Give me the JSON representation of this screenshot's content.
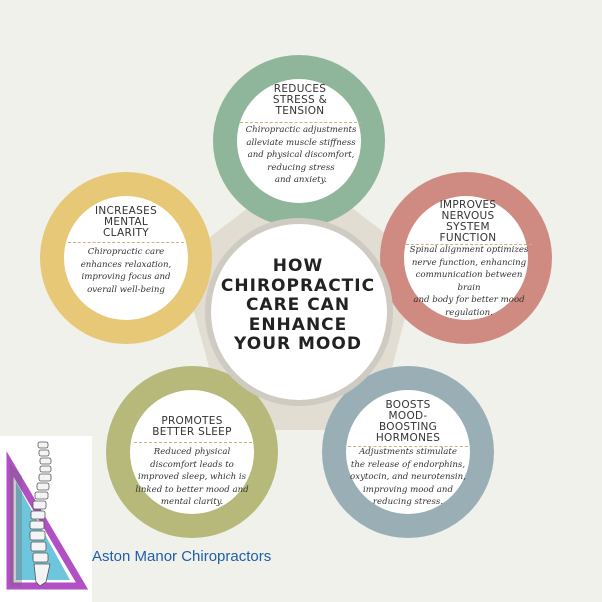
{
  "center": {
    "lines": [
      "HOW",
      "CHIROPRACTIC",
      "CARE CAN",
      "ENHANCE",
      "YOUR MOOD"
    ]
  },
  "benefits": [
    {
      "title": [
        "REDUCES",
        "STRESS &",
        "TENSION"
      ],
      "text": [
        "Chiropractic adjustments",
        "alleviate muscle stiffness",
        "and physical discomfort,",
        "reducing stress",
        "and anxiety."
      ],
      "color": "#8fb59a"
    },
    {
      "title": [
        "IMPROVES",
        "NERVOUS",
        "SYSTEM",
        "FUNCTION"
      ],
      "text": [
        "Spinal alignment optimizes",
        "nerve function, enhancing",
        "communication between brain",
        "and body for better mood",
        "regulation."
      ],
      "color": "#cf8b82"
    },
    {
      "title": [
        "BOOSTS",
        "MOOD-",
        "BOOSTING",
        "HORMONES"
      ],
      "text": [
        "Adjustments stimulate",
        "the release of endorphins,",
        "oxytocin, and neurotensin,",
        "improving mood and",
        "reducing stress."
      ],
      "color": "#9aafb5"
    },
    {
      "title": [
        "PROMOTES",
        "BETTER SLEEP"
      ],
      "text": [
        "Reduced physical",
        "discomfort leads to",
        "improved sleep, which is",
        "linked to better mood and",
        "mental clarity."
      ],
      "color": "#b6b97a"
    },
    {
      "title": [
        "INCREASES",
        "MENTAL",
        "CLARITY"
      ],
      "text": [
        "Chiropractic care",
        "enhances relaxation,",
        "improving focus and",
        "overall well-being"
      ],
      "color": "#e6c877"
    }
  ],
  "logo": {
    "label": "Aston Manor Chiropractors"
  },
  "colors": {
    "background": "#f1f1ec",
    "pentagon": "#e2ddd3",
    "center_ring": "#cfcbc3",
    "brand_text": "#1f5fa8",
    "logo_purple": "#b14fc5",
    "logo_blue": "#5ec0d9"
  }
}
